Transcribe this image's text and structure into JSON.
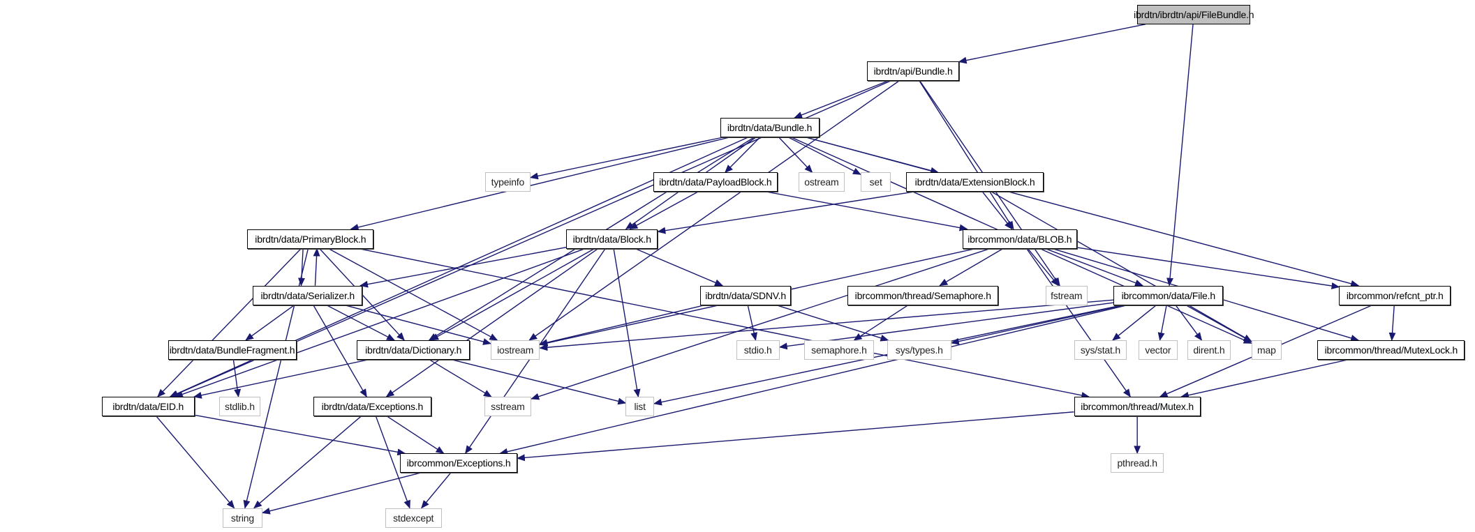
{
  "diagram": {
    "title": "ibrdtn/ibrdtn/api/FileBundle.h include dependency graph",
    "edge_color": "#191970",
    "root_fill": "#bfbfbf",
    "external_border": "#bfbfbf",
    "nodes": [
      {
        "id": "filebundle",
        "label": "ibrdtn/ibrdtn/api/FileBundle.h",
        "kind": "root"
      },
      {
        "id": "api_bundle",
        "label": "ibrdtn/api/Bundle.h",
        "kind": "internal"
      },
      {
        "id": "data_bundle",
        "label": "ibrdtn/data/Bundle.h",
        "kind": "internal"
      },
      {
        "id": "typeinfo",
        "label": "typeinfo",
        "kind": "external"
      },
      {
        "id": "payloadblock",
        "label": "ibrdtn/data/PayloadBlock.h",
        "kind": "internal"
      },
      {
        "id": "ostream",
        "label": "ostream",
        "kind": "external"
      },
      {
        "id": "set",
        "label": "set",
        "kind": "external"
      },
      {
        "id": "extensionblock",
        "label": "ibrdtn/data/ExtensionBlock.h",
        "kind": "internal"
      },
      {
        "id": "primaryblock",
        "label": "ibrdtn/data/PrimaryBlock.h",
        "kind": "internal"
      },
      {
        "id": "block",
        "label": "ibrdtn/data/Block.h",
        "kind": "internal"
      },
      {
        "id": "blob",
        "label": "ibrcommon/data/BLOB.h",
        "kind": "internal"
      },
      {
        "id": "serializer",
        "label": "ibrdtn/data/Serializer.h",
        "kind": "internal"
      },
      {
        "id": "sdnv",
        "label": "ibrdtn/data/SDNV.h",
        "kind": "internal"
      },
      {
        "id": "semaphore",
        "label": "ibrcommon/thread/Semaphore.h",
        "kind": "internal"
      },
      {
        "id": "fstream",
        "label": "fstream",
        "kind": "external"
      },
      {
        "id": "file",
        "label": "ibrcommon/data/File.h",
        "kind": "internal"
      },
      {
        "id": "refcnt",
        "label": "ibrcommon/refcnt_ptr.h",
        "kind": "internal"
      },
      {
        "id": "bundlefragment",
        "label": "ibrdtn/data/BundleFragment.h",
        "kind": "internal"
      },
      {
        "id": "dictionary",
        "label": "ibrdtn/data/Dictionary.h",
        "kind": "internal"
      },
      {
        "id": "iostream",
        "label": "iostream",
        "kind": "external"
      },
      {
        "id": "stdio",
        "label": "stdio.h",
        "kind": "external"
      },
      {
        "id": "semaphore_h",
        "label": "semaphore.h",
        "kind": "external"
      },
      {
        "id": "systypes",
        "label": "sys/types.h",
        "kind": "external"
      },
      {
        "id": "sysstat",
        "label": "sys/stat.h",
        "kind": "external"
      },
      {
        "id": "vector",
        "label": "vector",
        "kind": "external"
      },
      {
        "id": "dirent",
        "label": "dirent.h",
        "kind": "external"
      },
      {
        "id": "map",
        "label": "map",
        "kind": "external"
      },
      {
        "id": "mutexlock",
        "label": "ibrcommon/thread/MutexLock.h",
        "kind": "internal"
      },
      {
        "id": "eid",
        "label": "ibrdtn/data/EID.h",
        "kind": "internal"
      },
      {
        "id": "stdlib",
        "label": "stdlib.h",
        "kind": "external"
      },
      {
        "id": "dtn_exceptions",
        "label": "ibrdtn/data/Exceptions.h",
        "kind": "internal"
      },
      {
        "id": "sstream",
        "label": "sstream",
        "kind": "external"
      },
      {
        "id": "list",
        "label": "list",
        "kind": "external"
      },
      {
        "id": "mutex",
        "label": "ibrcommon/thread/Mutex.h",
        "kind": "internal"
      },
      {
        "id": "common_exceptions",
        "label": "ibrcommon/Exceptions.h",
        "kind": "internal"
      },
      {
        "id": "pthread",
        "label": "pthread.h",
        "kind": "external"
      },
      {
        "id": "string",
        "label": "string",
        "kind": "external"
      },
      {
        "id": "stdexcept",
        "label": "stdexcept",
        "kind": "external"
      }
    ],
    "edges": [
      [
        "filebundle",
        "api_bundle"
      ],
      [
        "filebundle",
        "file"
      ],
      [
        "api_bundle",
        "data_bundle"
      ],
      [
        "api_bundle",
        "eid"
      ],
      [
        "api_bundle",
        "iostream"
      ],
      [
        "api_bundle",
        "blob"
      ],
      [
        "api_bundle",
        "fstream"
      ],
      [
        "data_bundle",
        "typeinfo"
      ],
      [
        "data_bundle",
        "payloadblock"
      ],
      [
        "data_bundle",
        "ostream"
      ],
      [
        "data_bundle",
        "set"
      ],
      [
        "data_bundle",
        "extensionblock"
      ],
      [
        "data_bundle",
        "primaryblock"
      ],
      [
        "data_bundle",
        "block"
      ],
      [
        "data_bundle",
        "dictionary"
      ],
      [
        "data_bundle",
        "eid"
      ],
      [
        "data_bundle",
        "map"
      ],
      [
        "data_bundle",
        "refcnt"
      ],
      [
        "payloadblock",
        "block"
      ],
      [
        "payloadblock",
        "blob"
      ],
      [
        "extensionblock",
        "block"
      ],
      [
        "extensionblock",
        "blob"
      ],
      [
        "extensionblock",
        "map"
      ],
      [
        "primaryblock",
        "serializer"
      ],
      [
        "primaryblock",
        "eid"
      ],
      [
        "primaryblock",
        "dictionary"
      ],
      [
        "primaryblock",
        "iostream"
      ],
      [
        "primaryblock",
        "mutex"
      ],
      [
        "primaryblock",
        "string"
      ],
      [
        "serializer",
        "primaryblock"
      ],
      [
        "serializer",
        "bundlefragment"
      ],
      [
        "serializer",
        "dictionary"
      ],
      [
        "serializer",
        "iostream"
      ],
      [
        "serializer",
        "dtn_exceptions"
      ],
      [
        "block",
        "serializer"
      ],
      [
        "block",
        "sdnv"
      ],
      [
        "block",
        "dictionary"
      ],
      [
        "block",
        "eid"
      ],
      [
        "block",
        "list"
      ],
      [
        "block",
        "dtn_exceptions"
      ],
      [
        "block",
        "common_exceptions"
      ],
      [
        "blob",
        "semaphore"
      ],
      [
        "blob",
        "fstream"
      ],
      [
        "blob",
        "file"
      ],
      [
        "blob",
        "refcnt"
      ],
      [
        "blob",
        "iostream"
      ],
      [
        "blob",
        "sstream"
      ],
      [
        "blob",
        "mutex"
      ],
      [
        "blob",
        "mutexlock"
      ],
      [
        "sdnv",
        "iostream"
      ],
      [
        "sdnv",
        "stdio"
      ],
      [
        "sdnv",
        "systypes"
      ],
      [
        "semaphore",
        "semaphore_h"
      ],
      [
        "file",
        "iostream"
      ],
      [
        "file",
        "stdio"
      ],
      [
        "file",
        "systypes"
      ],
      [
        "file",
        "sysstat"
      ],
      [
        "file",
        "vector"
      ],
      [
        "file",
        "dirent"
      ],
      [
        "file",
        "map"
      ],
      [
        "file",
        "list"
      ],
      [
        "file",
        "common_exceptions"
      ],
      [
        "refcnt",
        "mutexlock"
      ],
      [
        "refcnt",
        "mutex"
      ],
      [
        "mutexlock",
        "mutex"
      ],
      [
        "bundlefragment",
        "stdlib"
      ],
      [
        "dictionary",
        "eid"
      ],
      [
        "dictionary",
        "sstream"
      ],
      [
        "dictionary",
        "list"
      ],
      [
        "eid",
        "string"
      ],
      [
        "eid",
        "common_exceptions"
      ],
      [
        "dtn_exceptions",
        "common_exceptions"
      ],
      [
        "dtn_exceptions",
        "string"
      ],
      [
        "dtn_exceptions",
        "stdexcept"
      ],
      [
        "mutex",
        "pthread"
      ],
      [
        "mutex",
        "common_exceptions"
      ],
      [
        "common_exceptions",
        "string"
      ],
      [
        "common_exceptions",
        "stdexcept"
      ]
    ]
  }
}
